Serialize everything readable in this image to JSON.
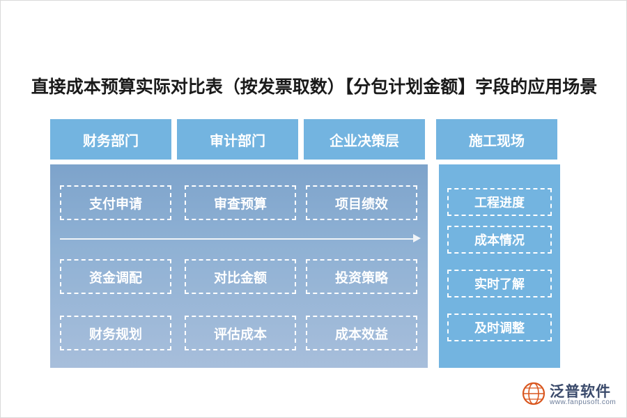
{
  "title": "直接成本预算实际对比表（按发票取数）【分包计划金额】字段的应用场景",
  "colors": {
    "header_blue": "#73b4e0",
    "panel_blue_top": "#7da3cb",
    "panel_blue_bottom": "#a7bedb",
    "text_white": "#ffffff",
    "title_color": "#1a1a1a"
  },
  "columns": [
    {
      "header": "财务部门",
      "items": [
        "支付申请",
        "资金调配",
        "财务规划"
      ]
    },
    {
      "header": "审计部门",
      "items": [
        "审查预算",
        "对比金额",
        "评估成本"
      ]
    },
    {
      "header": "企业决策层",
      "items": [
        "项目绩效",
        "投资策略",
        "成本效益"
      ]
    },
    {
      "header": "施工现场",
      "items": [
        "工程进度",
        "成本情况",
        "实时了解",
        "及时调整"
      ]
    }
  ],
  "arrow": {
    "name": "flow-arrow",
    "direction": "right"
  },
  "logo": {
    "name": "泛普软件",
    "text": "泛普软件",
    "sub": "www.fanpusoft.com"
  }
}
